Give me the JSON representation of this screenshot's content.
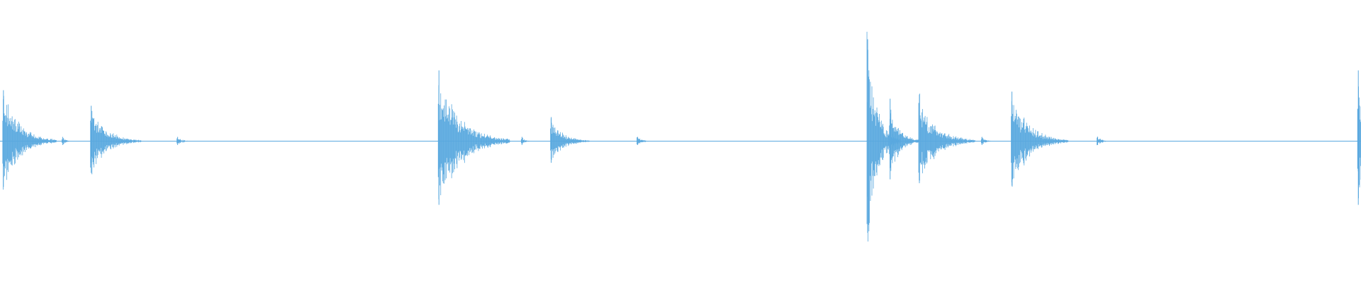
{
  "waveform": {
    "duration_s": 1.0,
    "amplitude_range": [
      -1,
      1
    ],
    "color": "#5aa9df",
    "background": "#ffffff",
    "center_line_visible": true,
    "bursts": [
      {
        "t": 0.002,
        "peak": 0.36,
        "decay": 0.018
      },
      {
        "t": 0.0455,
        "peak": 0.03,
        "decay": 0.004
      },
      {
        "t": 0.0665,
        "peak": 0.25,
        "decay": 0.017
      },
      {
        "t": 0.13,
        "peak": 0.03,
        "decay": 0.006
      },
      {
        "t": 0.322,
        "peak": 0.5,
        "decay": 0.024
      },
      {
        "t": 0.383,
        "peak": 0.03,
        "decay": 0.004
      },
      {
        "t": 0.4045,
        "peak": 0.17,
        "decay": 0.013
      },
      {
        "t": 0.468,
        "peak": 0.03,
        "decay": 0.006
      },
      {
        "t": 0.637,
        "peak": 0.72,
        "decay": 0.011
      },
      {
        "t": 0.6535,
        "peak": 0.3,
        "decay": 0.01
      },
      {
        "t": 0.675,
        "peak": 0.33,
        "decay": 0.019
      },
      {
        "t": 0.721,
        "peak": 0.03,
        "decay": 0.005
      },
      {
        "t": 0.743,
        "peak": 0.35,
        "decay": 0.019
      },
      {
        "t": 0.806,
        "peak": 0.03,
        "decay": 0.006
      },
      {
        "t": 0.9975,
        "peak": 0.5,
        "decay": 0.01
      }
    ]
  }
}
